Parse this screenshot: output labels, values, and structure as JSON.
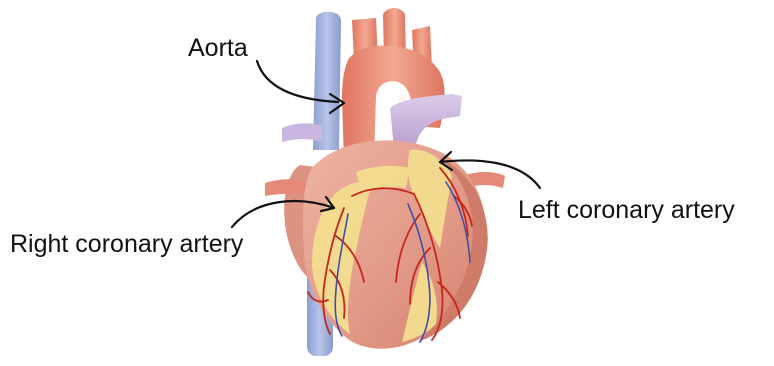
{
  "diagram": {
    "labels": {
      "aorta": "Aorta",
      "left_coronary_artery": "Left coronary artery",
      "right_coronary_artery": "Right coronary artery"
    },
    "colors": {
      "vena_cava": "#9fb0da",
      "aorta": "#e8836c",
      "pulmonary_artery": "#c9b2dc",
      "myocardium": "#e6a08f",
      "fat": "#f3df8e",
      "coronary_artery": "#c8261c",
      "coronary_vein": "#3f4fa6",
      "pointer": "#111111"
    }
  }
}
